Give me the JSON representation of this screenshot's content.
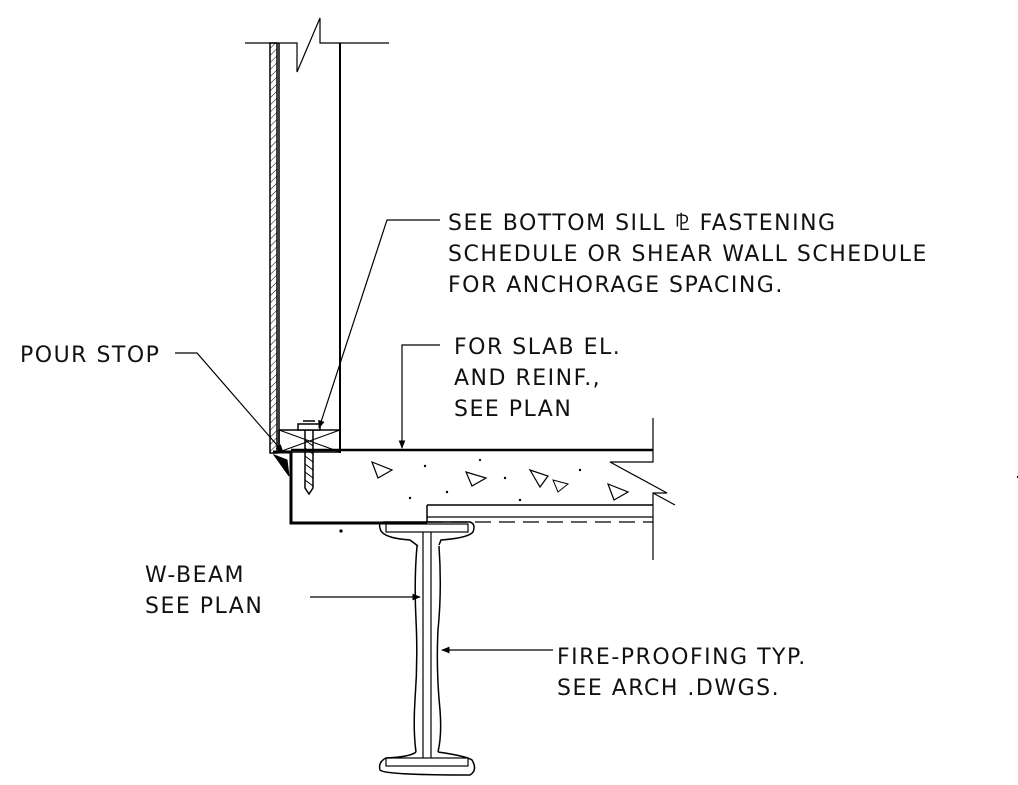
{
  "notes": {
    "anchorage": [
      "SEE BOTTOM SILL ⅊ FASTENING",
      "SCHEDULE OR SHEAR WALL SCHEDULE",
      "FOR ANCHORAGE SPACING."
    ],
    "pour_stop": [
      "POUR STOP"
    ],
    "slab": [
      "FOR SLAB EL.",
      "AND REINF.,",
      "SEE PLAN"
    ],
    "beam": [
      "W-BEAM",
      "SEE PLAN"
    ],
    "fireproofing": [
      "FIRE-PROOFING TYP.",
      "SEE ARCH .DWGS."
    ]
  }
}
